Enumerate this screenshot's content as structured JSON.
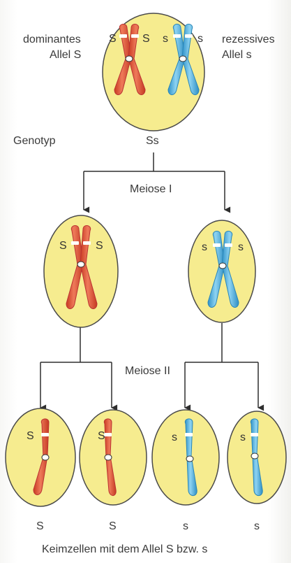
{
  "labels": {
    "dominant_line1": "dominantes",
    "dominant_line2": "Allel S",
    "recessive_line1": "rezessives",
    "recessive_line2": "Allel s",
    "genotype_label": "Genotyp",
    "genotype_value": "Ss",
    "meiosis1": "Meiose I",
    "meiosis2": "Meiose II",
    "caption": "Keimzellen mit  dem Allel S bzw. s"
  },
  "allele_marks": {
    "parent_left_a": "S",
    "parent_left_b": "S",
    "parent_right_a": "s",
    "parent_right_b": "s",
    "m1_left_a": "S",
    "m1_left_b": "S",
    "m1_right_a": "s",
    "m1_right_b": "s",
    "gamete1": "S",
    "gamete2": "S",
    "gamete3": "s",
    "gamete4": "s"
  },
  "gamete_labels": [
    "S",
    "S",
    "s",
    "s"
  ],
  "colors": {
    "cell_fill": "#f6ec8f",
    "cell_stroke": "#4a4a4a",
    "dominant": "#e0553a",
    "recessive": "#55b7e3",
    "arrow": "#2e2e2e"
  }
}
